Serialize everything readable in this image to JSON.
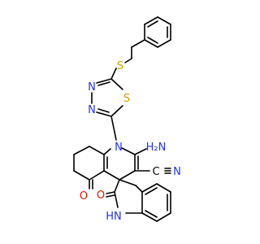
{
  "colors": {
    "bond": "#000000",
    "nitrogen": "#2233ee",
    "oxygen": "#ee1100",
    "sulfur": "#c9a000",
    "carbon": "#000000"
  },
  "atoms": {
    "S_thioether": "S",
    "N_thiadiazole_1": "N",
    "N_thiadiazole_2": "N",
    "S_thiadiazole": "S",
    "N_quinoline": "N",
    "H2N_amino": "H₂N",
    "C_nitrile": "C",
    "N_nitrile": "N",
    "O_ketone": "O",
    "O_lactam": "O",
    "HN_indole": "HN"
  }
}
